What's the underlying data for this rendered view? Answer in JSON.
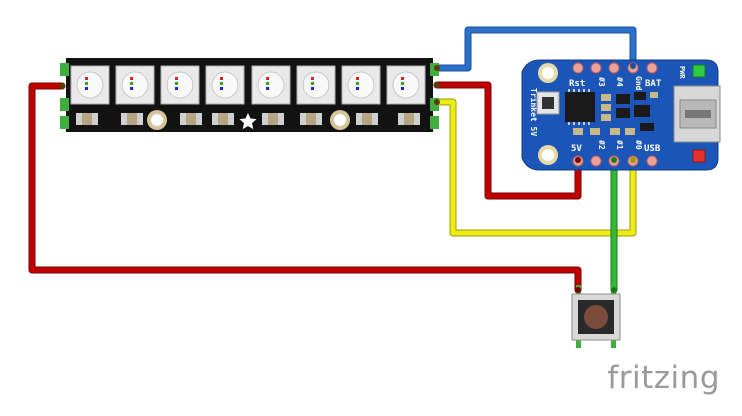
{
  "board": {
    "name": "Trinket 5V",
    "pins_top": [
      "Rst",
      "#3",
      "#4",
      "Gnd",
      "BAT"
    ],
    "pins_bottom": [
      "5V",
      "#2",
      "#1",
      "#0",
      "USB"
    ],
    "led_label": "PWR"
  },
  "strip": {
    "pixel_count": 8
  },
  "wires": {
    "ground": "#2a6fc9",
    "power": "#c00000",
    "data": "#e6e600",
    "button": "#2fb52f"
  },
  "branding": {
    "logo_text": "fritzing"
  }
}
